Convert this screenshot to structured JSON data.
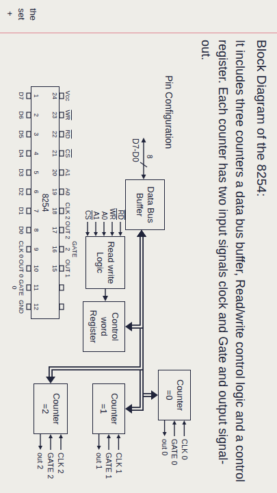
{
  "diagram": {
    "title": "Block Diagram of the 8254:",
    "nodes": [
      {
        "text": [
          "8254"
        ]
      },
      {
        "text": [
          "Data Bus Buffer"
        ]
      },
      {
        "text": [
          "Read write Logic"
        ]
      },
      {
        "text": [
          "Control word Register"
        ]
      },
      {
        "text": [
          "Counter =0"
        ]
      },
      {
        "text": [
          "Counter =1"
        ]
      },
      {
        "text": [
          "Counter =2"
        ]
      }
    ],
    "edges": [
      {
        "from": 1,
        "to": 4,
        "arrow": "both"
      },
      {
        "from": 1,
        "to": 5,
        "arrow": "both"
      },
      {
        "from": 1,
        "to": 6,
        "arrow": "both"
      },
      {
        "from": 1,
        "to": 3,
        "arrow": "both"
      },
      {
        "from": 2,
        "to": 3,
        "arrow": "to"
      }
    ],
    "labels": [
      "the",
      "set",
      "+",
      "It includes three counters a data bus buffer, Read/write control logic and a control register. Each counter has two input signals clock and Gate and output signal-out.",
      "Pin Configuration",
      "D7",
      "D6",
      "D5",
      "D4",
      "D3",
      "D2",
      "D1",
      "D0",
      "CLK 0",
      "OUT 0",
      "GATE 0",
      "GND",
      "1",
      "2",
      "3",
      "4",
      "5",
      "6",
      "7",
      "8",
      "9",
      "10",
      "11",
      "12",
      "24",
      "23",
      "22",
      "21",
      "20",
      "19",
      "18",
      "17",
      "16",
      "15",
      "Vcc",
      "WR",
      "RD",
      "CS",
      "A1",
      "A0",
      "CLK 2",
      "OUT 2",
      "GATE 2",
      "OUT 1",
      "D7-D0",
      "8",
      "RD",
      "WR",
      "A0",
      "A1",
      "CS",
      "CLK 0",
      "GATE 0",
      "out 0",
      "CLK 1",
      "GATE 1",
      "out 1",
      "CLK 2",
      "GATE 2",
      "out 2"
    ]
  }
}
